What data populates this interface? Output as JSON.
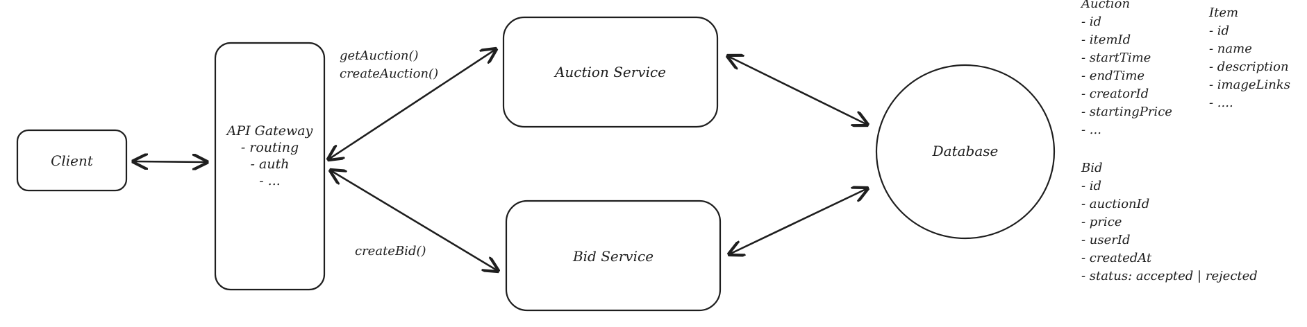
{
  "nodes": {
    "client": "Client",
    "api_gateway": {
      "title": "API Gateway",
      "lines": [
        "- routing",
        "- auth",
        "- ..."
      ]
    },
    "auction_service": "Auction Service",
    "bid_service": "Bid Service",
    "database": "Database"
  },
  "edge_labels": {
    "auction_methods": [
      "getAuction()",
      "createAuction()"
    ],
    "bid_methods": [
      "createBid()"
    ]
  },
  "entities": {
    "auction": {
      "title": "Auction",
      "fields": [
        "- id",
        "- itemId",
        "- startTime",
        "- endTime",
        "- creatorId",
        "- startingPrice",
        "- ..."
      ]
    },
    "item": {
      "title": "Item",
      "fields": [
        "- id",
        "- name",
        "- description",
        "- imageLinks",
        "- ...."
      ]
    },
    "bid": {
      "title": "Bid",
      "fields": [
        "- id",
        "- auctionId",
        "- price",
        "- userId",
        "- createdAt",
        "- status: accepted | rejected"
      ]
    }
  },
  "colors": {
    "stroke": "#1e1e1e",
    "background": "#ffffff"
  }
}
